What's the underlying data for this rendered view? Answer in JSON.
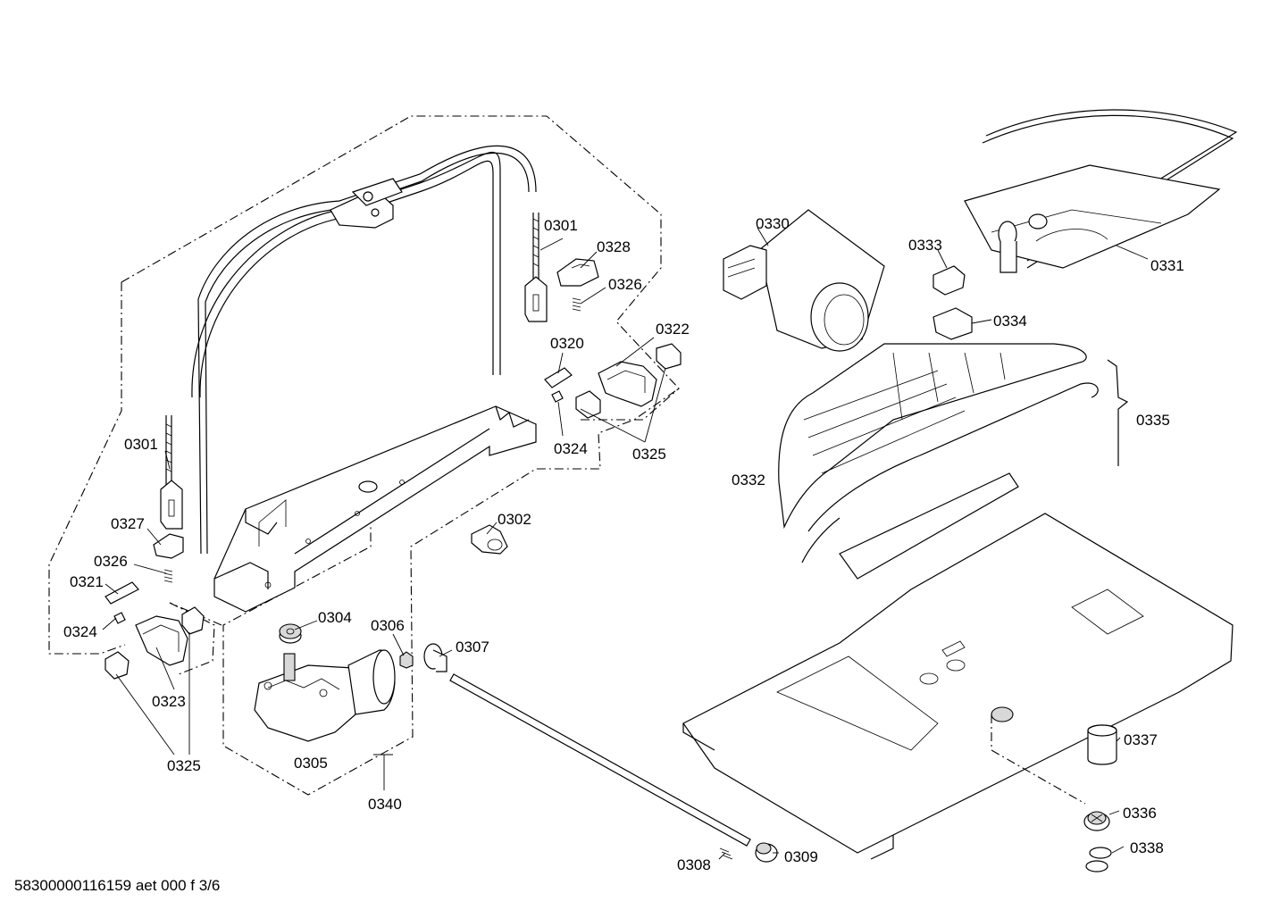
{
  "footer_code": "58300000116159 aet 000 f 3/6",
  "labels": {
    "p0301a": "0301",
    "p0301b": "0301",
    "p0302": "0302",
    "p0304": "0304",
    "p0305": "0305",
    "p0306": "0306",
    "p0307": "0307",
    "p0308": "0308",
    "p0309": "0309",
    "p0320": "0320",
    "p0321": "0321",
    "p0322": "0322",
    "p0323": "0323",
    "p0324a": "0324",
    "p0324b": "0324",
    "p0325a": "0325",
    "p0325b": "0325",
    "p0326a": "0326",
    "p0326b": "0326",
    "p0327": "0327",
    "p0328": "0328",
    "p0330": "0330",
    "p0331": "0331",
    "p0332": "0332",
    "p0333": "0333",
    "p0334": "0334",
    "p0335": "0335",
    "p0336": "0336",
    "p0337": "0337",
    "p0338": "0338",
    "p0340": "0340"
  }
}
